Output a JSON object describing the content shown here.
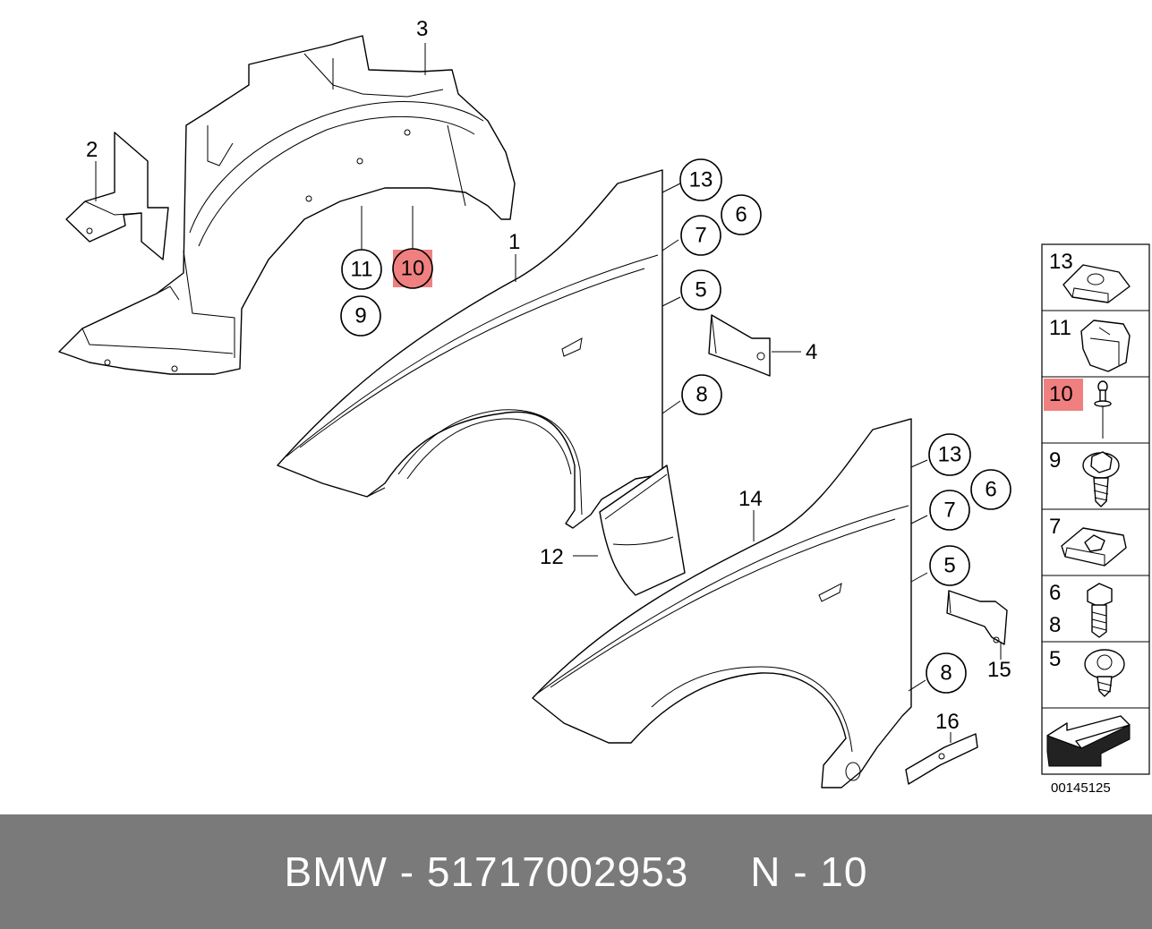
{
  "callouts": {
    "c1": "1",
    "c2": "2",
    "c3": "3",
    "c4": "4",
    "c5a": "5",
    "c5b": "5",
    "c6a": "6",
    "c6b": "6",
    "c7a": "7",
    "c7b": "7",
    "c8a": "8",
    "c8b": "8",
    "c9": "9",
    "c10": "10",
    "c11": "11",
    "c12": "12",
    "c13a": "13",
    "c13b": "13",
    "c14": "14",
    "c15": "15",
    "c16": "16"
  },
  "legend": {
    "rows": [
      {
        "label": "13",
        "icon": "clip-nut-icon"
      },
      {
        "label": "11",
        "icon": "clip-icon"
      },
      {
        "label": "10",
        "icon": "rivet-icon"
      },
      {
        "label": "9",
        "icon": "screw-washer-icon"
      },
      {
        "label": "7",
        "icon": "speed-nut-icon"
      },
      {
        "label": "6",
        "label2": "8",
        "icon": "hex-bolt-icon"
      },
      {
        "label": "5",
        "icon": "torx-screw-icon"
      }
    ],
    "diagram_number": "00145125"
  },
  "footer": {
    "brand": "BMW",
    "separator": "-",
    "part_number": "51717002953",
    "position_label": "N - 10"
  },
  "colors": {
    "highlight": "#f08080",
    "footer_bg": "#7a7a7a",
    "footer_text": "#ffffff"
  }
}
